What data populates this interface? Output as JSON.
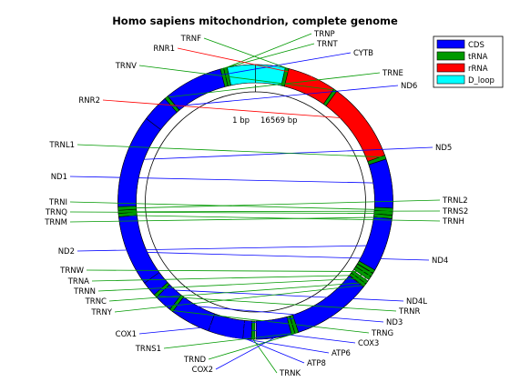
{
  "title": "Homo sapiens mitochondrion, complete genome",
  "start_label": "1 bp",
  "end_label": "16569 bp",
  "colors": {
    "CDS": "#0000ff",
    "tRNA": "#009900",
    "rRNA": "#ff0000",
    "D_loop": "#00ffff"
  },
  "legend": [
    {
      "key": "CDS",
      "label": "CDS"
    },
    {
      "key": "tRNA",
      "label": "tRNA"
    },
    {
      "key": "rRNA",
      "label": "rRNA"
    },
    {
      "key": "D_loop",
      "label": "D_loop"
    }
  ],
  "chart_data": {
    "type": "circular-genome-map",
    "genome_length": 16569,
    "features": [
      {
        "name": "D_loop",
        "type": "D_loop",
        "start": 16024,
        "end": 16569
      },
      {
        "name": "D_loop",
        "type": "D_loop",
        "start": 1,
        "end": 576
      },
      {
        "name": "TRNF",
        "type": "tRNA",
        "start": 577,
        "end": 647
      },
      {
        "name": "RNR1",
        "type": "rRNA",
        "start": 648,
        "end": 1601
      },
      {
        "name": "TRNV",
        "type": "tRNA",
        "start": 1602,
        "end": 1670
      },
      {
        "name": "RNR2",
        "type": "rRNA",
        "start": 1671,
        "end": 3229
      },
      {
        "name": "TRNL1",
        "type": "tRNA",
        "start": 3230,
        "end": 3304
      },
      {
        "name": "ND1",
        "type": "CDS",
        "start": 3307,
        "end": 4262
      },
      {
        "name": "TRNI",
        "type": "tRNA",
        "start": 4263,
        "end": 4331
      },
      {
        "name": "TRNQ",
        "type": "tRNA",
        "start": 4329,
        "end": 4400
      },
      {
        "name": "TRNM",
        "type": "tRNA",
        "start": 4402,
        "end": 4469
      },
      {
        "name": "ND2",
        "type": "CDS",
        "start": 4470,
        "end": 5511
      },
      {
        "name": "TRNW",
        "type": "tRNA",
        "start": 5512,
        "end": 5579
      },
      {
        "name": "TRNA",
        "type": "tRNA",
        "start": 5587,
        "end": 5655
      },
      {
        "name": "TRNN",
        "type": "tRNA",
        "start": 5657,
        "end": 5729
      },
      {
        "name": "TRNC",
        "type": "tRNA",
        "start": 5761,
        "end": 5826
      },
      {
        "name": "TRNY",
        "type": "tRNA",
        "start": 5826,
        "end": 5891
      },
      {
        "name": "COX1",
        "type": "CDS",
        "start": 5904,
        "end": 7445
      },
      {
        "name": "TRNS1",
        "type": "tRNA",
        "start": 7446,
        "end": 7514
      },
      {
        "name": "TRND",
        "type": "tRNA",
        "start": 7518,
        "end": 7585
      },
      {
        "name": "COX2",
        "type": "CDS",
        "start": 7586,
        "end": 8269
      },
      {
        "name": "TRNK",
        "type": "tRNA",
        "start": 8295,
        "end": 8364
      },
      {
        "name": "ATP8",
        "type": "CDS",
        "start": 8366,
        "end": 8572
      },
      {
        "name": "ATP6",
        "type": "CDS",
        "start": 8527,
        "end": 9207
      },
      {
        "name": "COX3",
        "type": "CDS",
        "start": 9207,
        "end": 9990
      },
      {
        "name": "TRNG",
        "type": "tRNA",
        "start": 9991,
        "end": 10058
      },
      {
        "name": "ND3",
        "type": "CDS",
        "start": 10059,
        "end": 10404
      },
      {
        "name": "TRNR",
        "type": "tRNA",
        "start": 10405,
        "end": 10469
      },
      {
        "name": "ND4L",
        "type": "CDS",
        "start": 10470,
        "end": 10766
      },
      {
        "name": "ND4",
        "type": "CDS",
        "start": 10760,
        "end": 12137
      },
      {
        "name": "TRNH",
        "type": "tRNA",
        "start": 12138,
        "end": 12206
      },
      {
        "name": "TRNS2",
        "type": "tRNA",
        "start": 12207,
        "end": 12265
      },
      {
        "name": "TRNL2",
        "type": "tRNA",
        "start": 12266,
        "end": 12336
      },
      {
        "name": "ND5",
        "type": "CDS",
        "start": 12337,
        "end": 14148
      },
      {
        "name": "ND6",
        "type": "CDS",
        "start": 14149,
        "end": 14673
      },
      {
        "name": "TRNE",
        "type": "tRNA",
        "start": 14674,
        "end": 14742
      },
      {
        "name": "CYTB",
        "type": "CDS",
        "start": 14747,
        "end": 15887
      },
      {
        "name": "TRNT",
        "type": "tRNA",
        "start": 15888,
        "end": 15953
      },
      {
        "name": "TRNP",
        "type": "tRNA",
        "start": 15956,
        "end": 16023
      }
    ],
    "labels": [
      {
        "name": "TRNP",
        "type": "tRNA"
      },
      {
        "name": "TRNT",
        "type": "tRNA"
      },
      {
        "name": "CYTB",
        "type": "CDS"
      },
      {
        "name": "TRNE",
        "type": "tRNA"
      },
      {
        "name": "ND6",
        "type": "CDS"
      },
      {
        "name": "ND5",
        "type": "CDS"
      },
      {
        "name": "TRNL2",
        "type": "tRNA"
      },
      {
        "name": "TRNS2",
        "type": "tRNA"
      },
      {
        "name": "TRNH",
        "type": "tRNA"
      },
      {
        "name": "ND4",
        "type": "CDS"
      },
      {
        "name": "ND4L",
        "type": "CDS"
      },
      {
        "name": "TRNR",
        "type": "tRNA"
      },
      {
        "name": "ND3",
        "type": "CDS"
      },
      {
        "name": "TRNG",
        "type": "tRNA"
      },
      {
        "name": "COX3",
        "type": "CDS"
      },
      {
        "name": "ATP6",
        "type": "CDS"
      },
      {
        "name": "ATP8",
        "type": "CDS"
      },
      {
        "name": "TRNK",
        "type": "tRNA"
      },
      {
        "name": "COX2",
        "type": "CDS"
      },
      {
        "name": "TRND",
        "type": "tRNA"
      },
      {
        "name": "TRNS1",
        "type": "tRNA"
      },
      {
        "name": "COX1",
        "type": "CDS"
      },
      {
        "name": "TRNY",
        "type": "tRNA"
      },
      {
        "name": "TRNC",
        "type": "tRNA"
      },
      {
        "name": "TRNN",
        "type": "tRNA"
      },
      {
        "name": "TRNA",
        "type": "tRNA"
      },
      {
        "name": "TRNW",
        "type": "tRNA"
      },
      {
        "name": "ND2",
        "type": "CDS"
      },
      {
        "name": "TRNM",
        "type": "tRNA"
      },
      {
        "name": "TRNQ",
        "type": "tRNA"
      },
      {
        "name": "TRNI",
        "type": "tRNA"
      },
      {
        "name": "ND1",
        "type": "CDS"
      },
      {
        "name": "TRNL1",
        "type": "tRNA"
      },
      {
        "name": "RNR2",
        "type": "rRNA"
      },
      {
        "name": "TRNV",
        "type": "tRNA"
      },
      {
        "name": "RNR1",
        "type": "rRNA"
      },
      {
        "name": "TRNF",
        "type": "tRNA"
      }
    ]
  }
}
